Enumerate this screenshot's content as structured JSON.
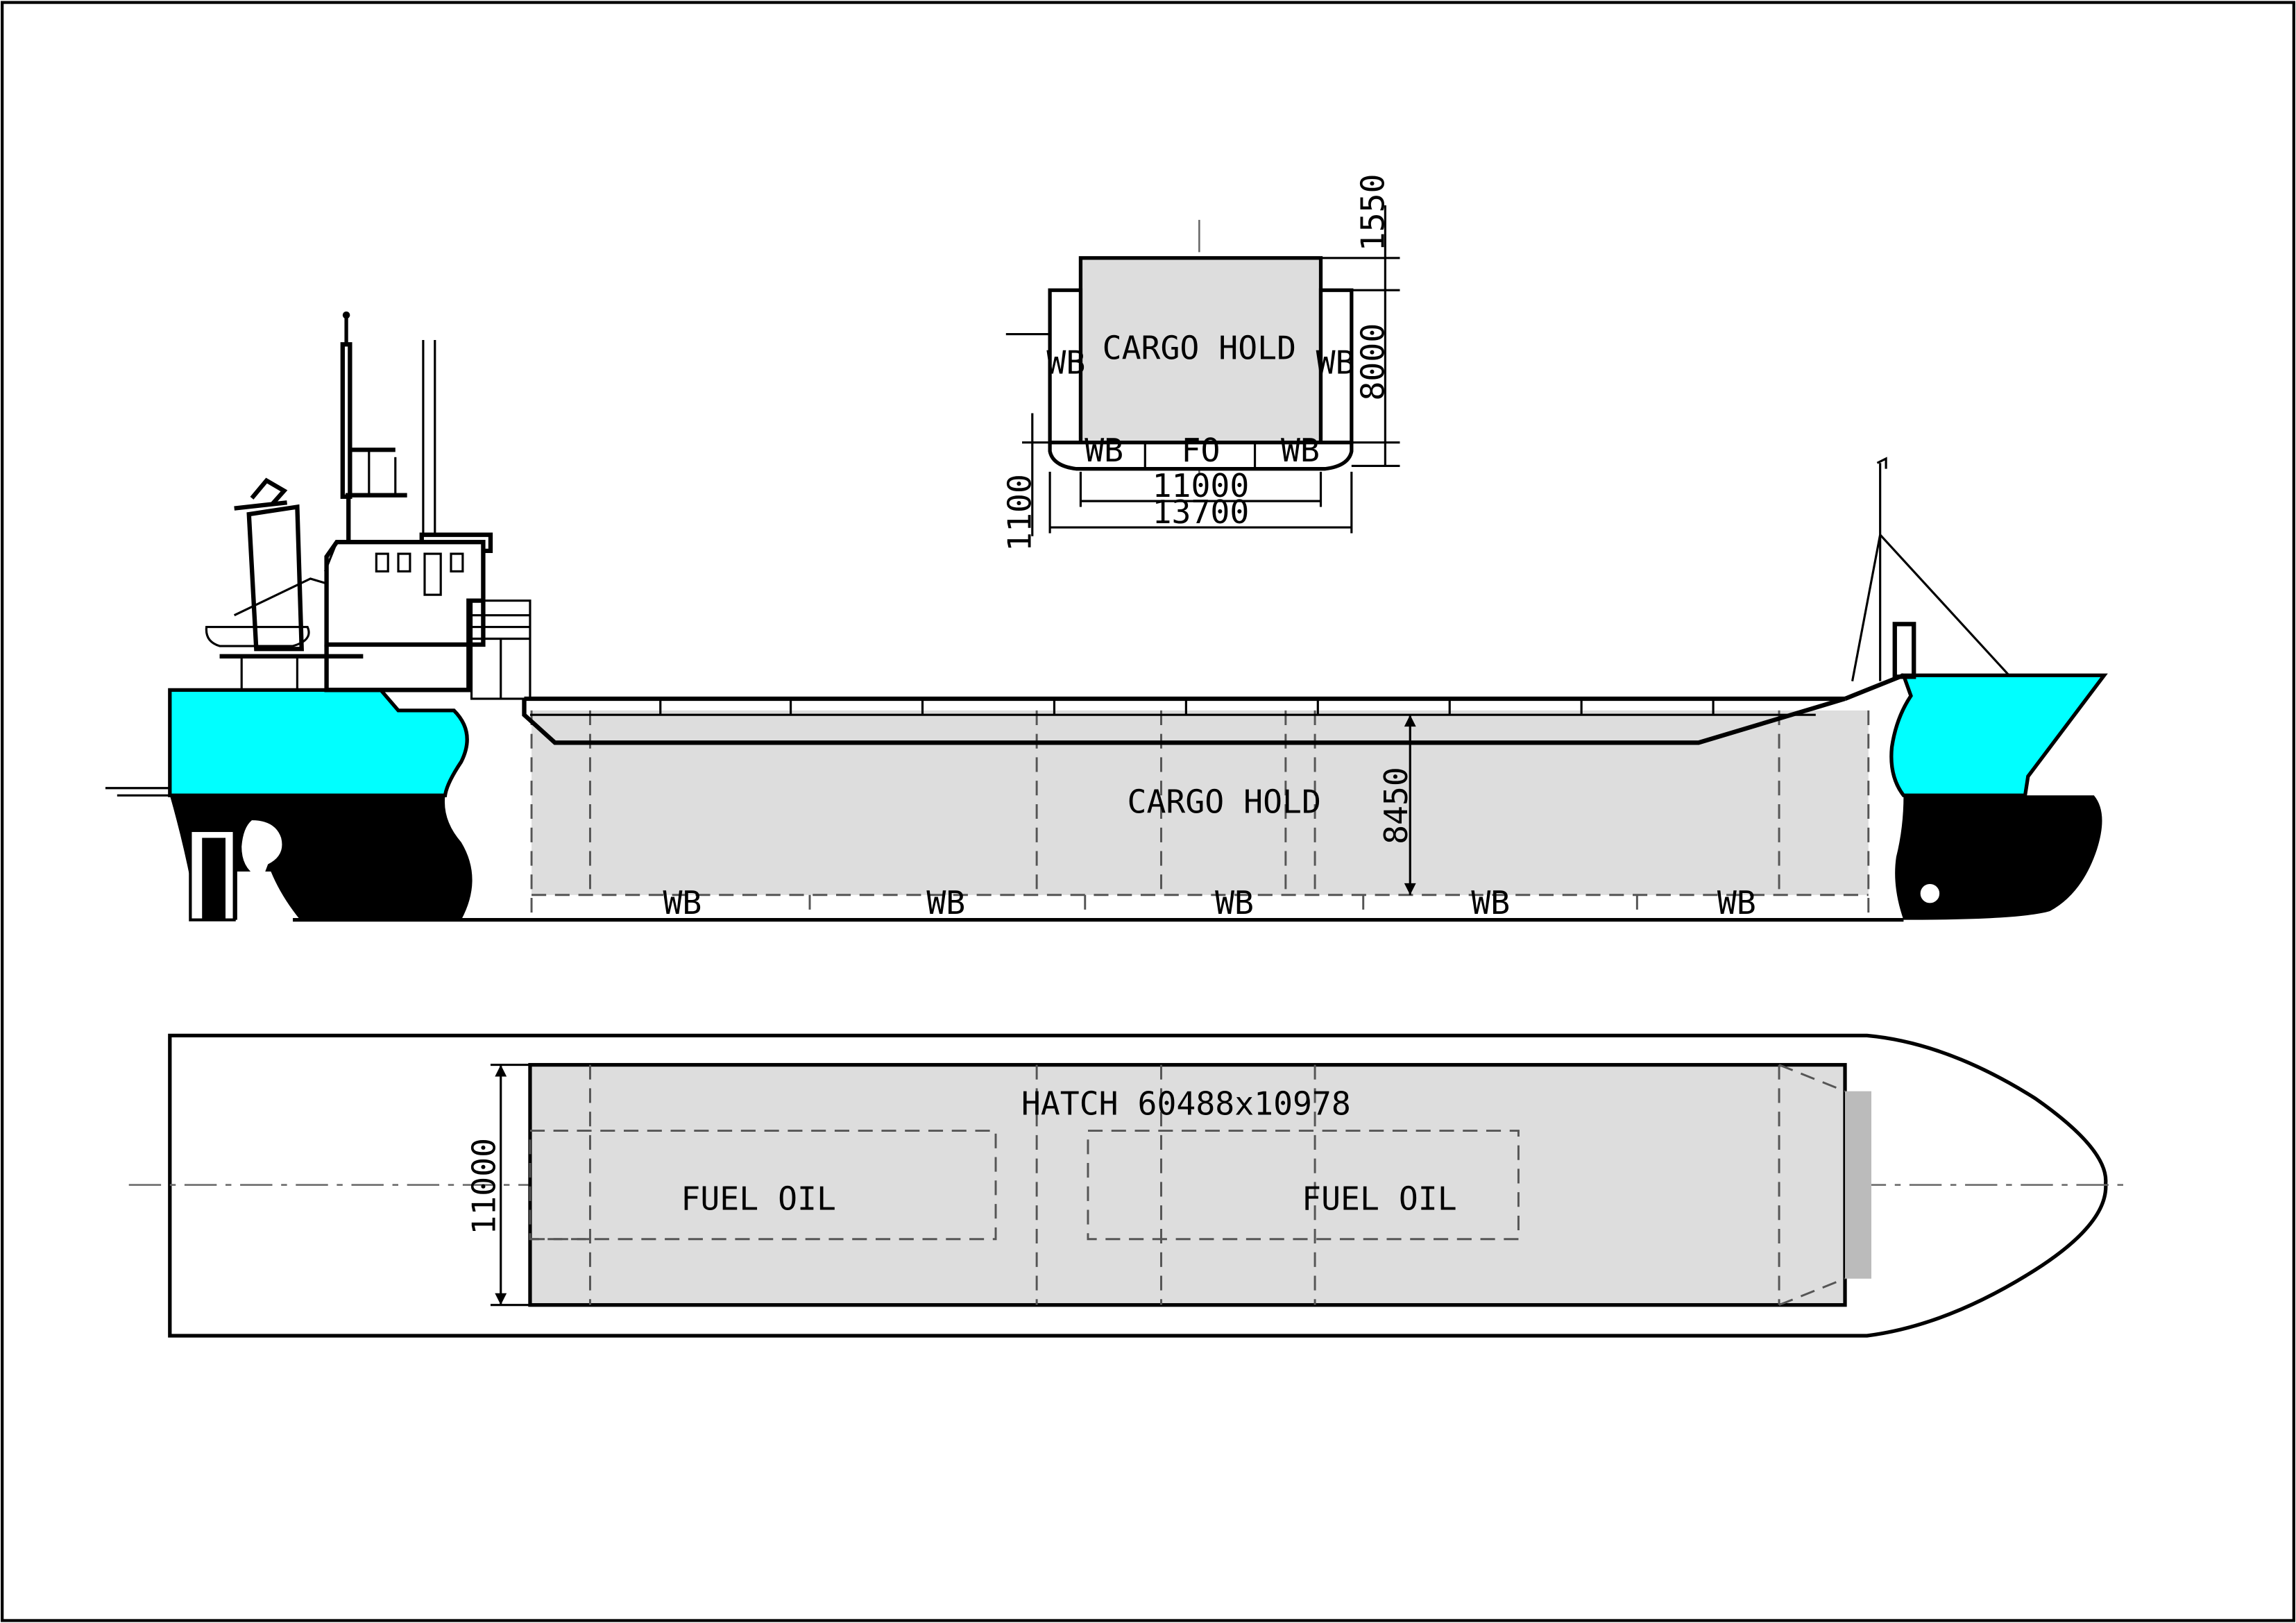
{
  "colors": {
    "topsides": "#00ffff",
    "bottom": "#000000",
    "hold": "#dddddd",
    "line": "#000000"
  },
  "section": {
    "cargo_hold": "CARGO HOLD",
    "wb_left": "WB",
    "wb_right": "WB",
    "db_wb_left": "WB",
    "db_fo": "FO",
    "db_wb_right": "WB",
    "dim_inner_width": "11000",
    "dim_outer_width": "13700",
    "dim_db_height": "1100",
    "dim_side_height": "8000",
    "dim_coaming": "1550"
  },
  "profile": {
    "cargo_hold": "CARGO HOLD",
    "hold_height": "8450",
    "wb_tanks": [
      "WB",
      "WB",
      "WB",
      "WB",
      "WB"
    ]
  },
  "plan": {
    "hatch": "HATCH 60488x10978",
    "fuel_oil_aft": "FUEL OIL",
    "fuel_oil_fwd": "FUEL OIL",
    "breadth": "11000"
  }
}
